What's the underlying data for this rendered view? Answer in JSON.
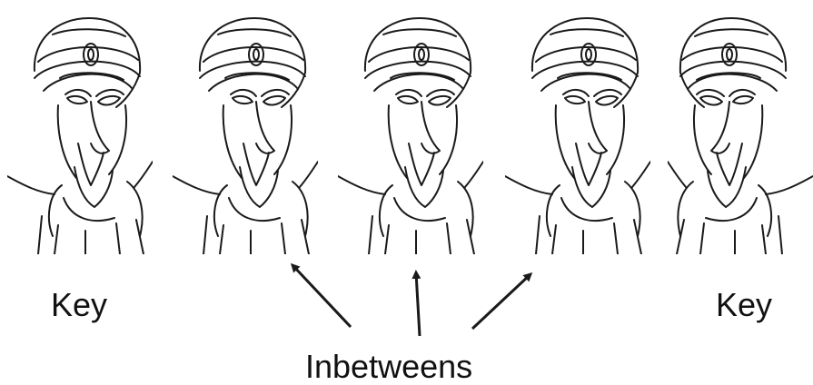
{
  "labels": {
    "key_left": "Key",
    "key_right": "Key",
    "inbetweens": "Inbetweens"
  },
  "frames": [
    {
      "role": "key",
      "position": 1
    },
    {
      "role": "inbetween",
      "position": 2
    },
    {
      "role": "inbetween",
      "position": 3
    },
    {
      "role": "inbetween",
      "position": 4
    },
    {
      "role": "key",
      "position": 5
    }
  ],
  "colors": {
    "line": "#1a1a1a",
    "background": "#ffffff"
  }
}
